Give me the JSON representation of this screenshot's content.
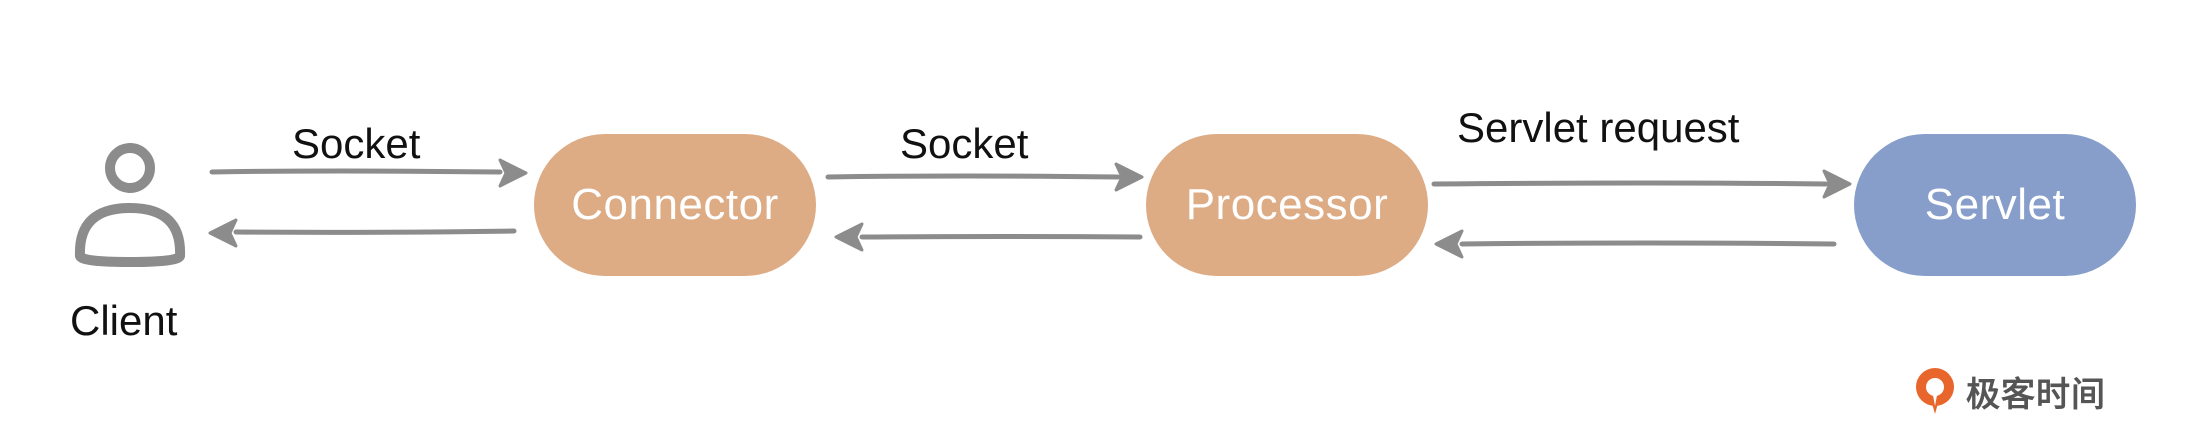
{
  "diagram": {
    "client": {
      "label": "Client",
      "icon": "user-icon"
    },
    "nodes": [
      {
        "id": "connector",
        "label": "Connector",
        "color": "#DDAB84"
      },
      {
        "id": "processor",
        "label": "Processor",
        "color": "#DDAB84"
      },
      {
        "id": "servlet",
        "label": "Servlet",
        "color": "#879ECB"
      }
    ],
    "edges": [
      {
        "from": "client",
        "to": "connector",
        "label": "Socket"
      },
      {
        "from": "connector",
        "to": "client",
        "label": ""
      },
      {
        "from": "connector",
        "to": "processor",
        "label": "Socket"
      },
      {
        "from": "processor",
        "to": "connector",
        "label": ""
      },
      {
        "from": "processor",
        "to": "servlet",
        "label": "Servlet request"
      },
      {
        "from": "servlet",
        "to": "processor",
        "label": ""
      }
    ],
    "arrow_color": "#8C8C8C"
  },
  "watermark": {
    "text": "极客时间",
    "icon": "geektime-logo-icon",
    "color": "#E8652B"
  }
}
